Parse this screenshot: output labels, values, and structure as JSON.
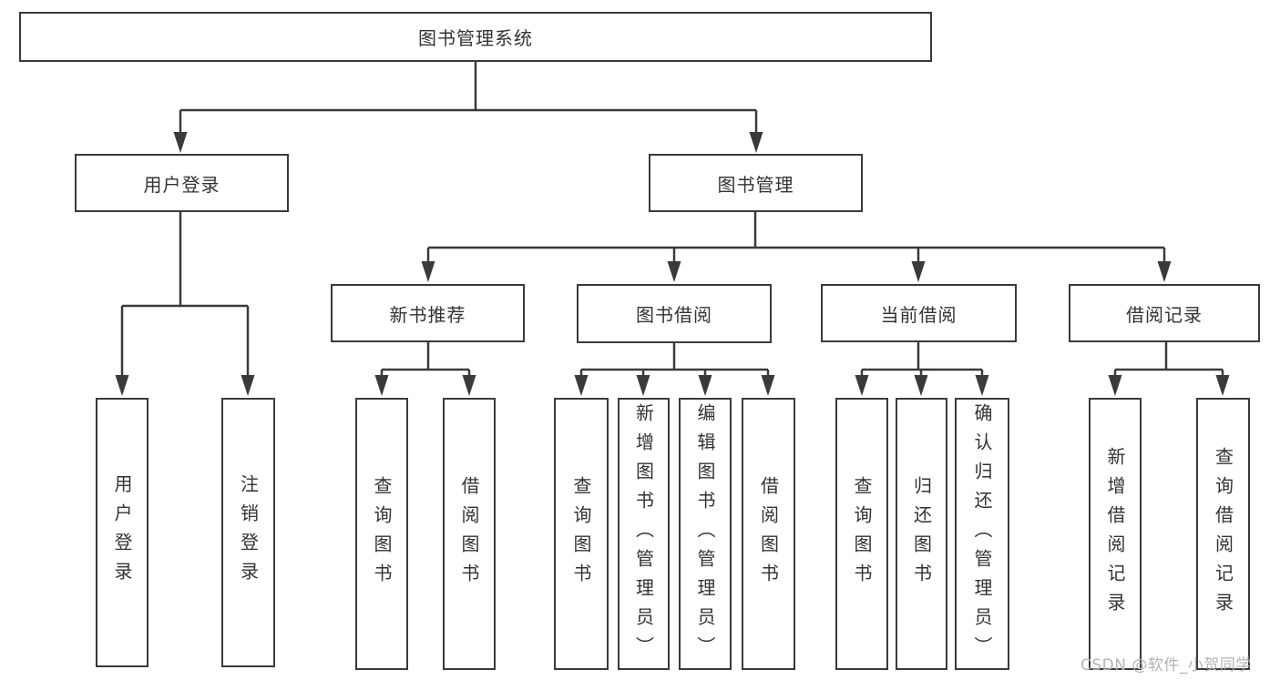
{
  "colors": {
    "line": "#3a3a3a",
    "text": "#333333",
    "background": "#ffffff",
    "watermark": "#b4b4b4"
  },
  "root": {
    "label": "图书管理系统"
  },
  "level2": [
    {
      "label": "用户登录"
    },
    {
      "label": "图书管理"
    }
  ],
  "level3": [
    {
      "label": "新书推荐"
    },
    {
      "label": "图书借阅"
    },
    {
      "label": "当前借阅"
    },
    {
      "label": "借阅记录"
    }
  ],
  "leaves": {
    "user_login": [
      "用户登录",
      "注销登录"
    ],
    "new_book": [
      "查询图书",
      "借阅图书"
    ],
    "book_borrow": [
      "查询图书",
      "新增图书（管理员）",
      "编辑图书（管理员）",
      "借阅图书"
    ],
    "current_borrow": [
      "查询图书",
      "归还图书",
      "确认归还（管理员）"
    ],
    "borrow_record": [
      "新增借阅记录",
      "查询借阅记录"
    ]
  },
  "watermark": "CSDN @软件_小贺同学"
}
